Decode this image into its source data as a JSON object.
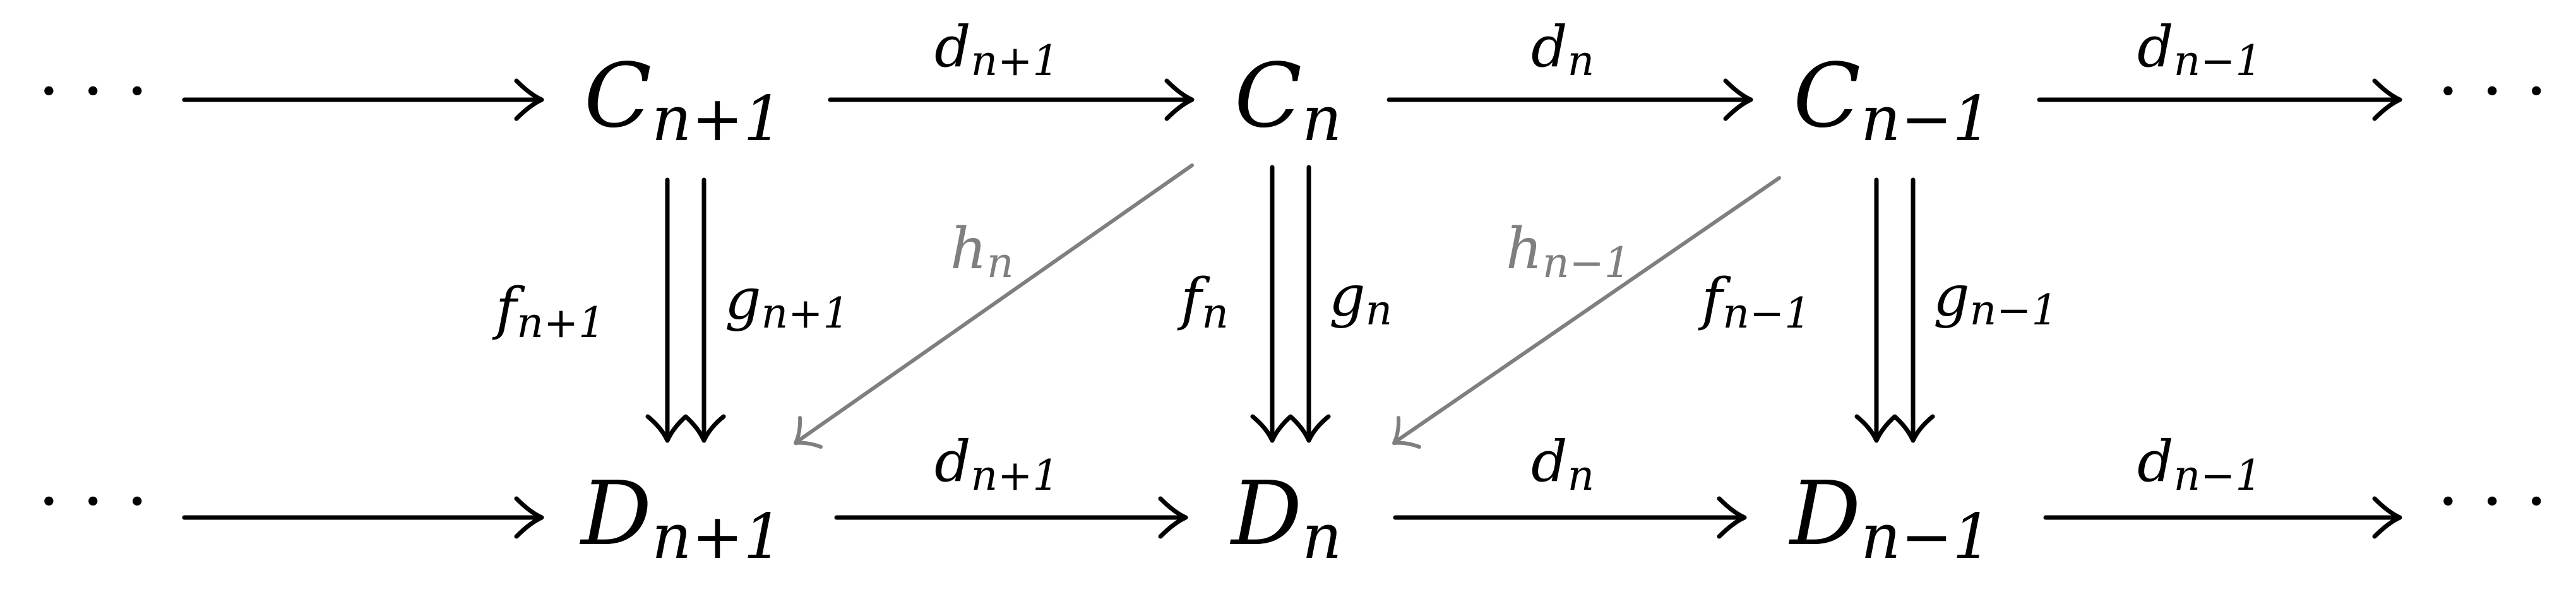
{
  "diagram": {
    "top_row": {
      "left_dots": "· · ·",
      "right_dots": "· · ·",
      "nodes": [
        {
          "base": "C",
          "sub": "n+1"
        },
        {
          "base": "C",
          "sub": "n"
        },
        {
          "base": "C",
          "sub": "n−1"
        }
      ],
      "arrow_labels": [
        {
          "base": "d",
          "sub": "n+1"
        },
        {
          "base": "d",
          "sub": "n"
        },
        {
          "base": "d",
          "sub": "n−1"
        }
      ]
    },
    "bottom_row": {
      "left_dots": "· · ·",
      "right_dots": "· · ·",
      "nodes": [
        {
          "base": "D",
          "sub": "n+1"
        },
        {
          "base": "D",
          "sub": "n"
        },
        {
          "base": "D",
          "sub": "n−1"
        }
      ],
      "arrow_labels": [
        {
          "base": "d",
          "sub": "n+1"
        },
        {
          "base": "d",
          "sub": "n"
        },
        {
          "base": "d",
          "sub": "n−1"
        }
      ]
    },
    "vertical_maps": [
      {
        "f": {
          "base": "f",
          "sub": "n+1"
        },
        "g": {
          "base": "g",
          "sub": "n+1"
        }
      },
      {
        "f": {
          "base": "f",
          "sub": "n"
        },
        "g": {
          "base": "g",
          "sub": "n"
        }
      },
      {
        "f": {
          "base": "f",
          "sub": "n−1"
        },
        "g": {
          "base": "g",
          "sub": "n−1"
        }
      }
    ],
    "homotopies": [
      {
        "base": "h",
        "sub": "n"
      },
      {
        "base": "h",
        "sub": "n−1"
      }
    ],
    "colors": {
      "main": "#000000",
      "homotopy": "#7f7f7f",
      "background": "#ffffff"
    }
  }
}
